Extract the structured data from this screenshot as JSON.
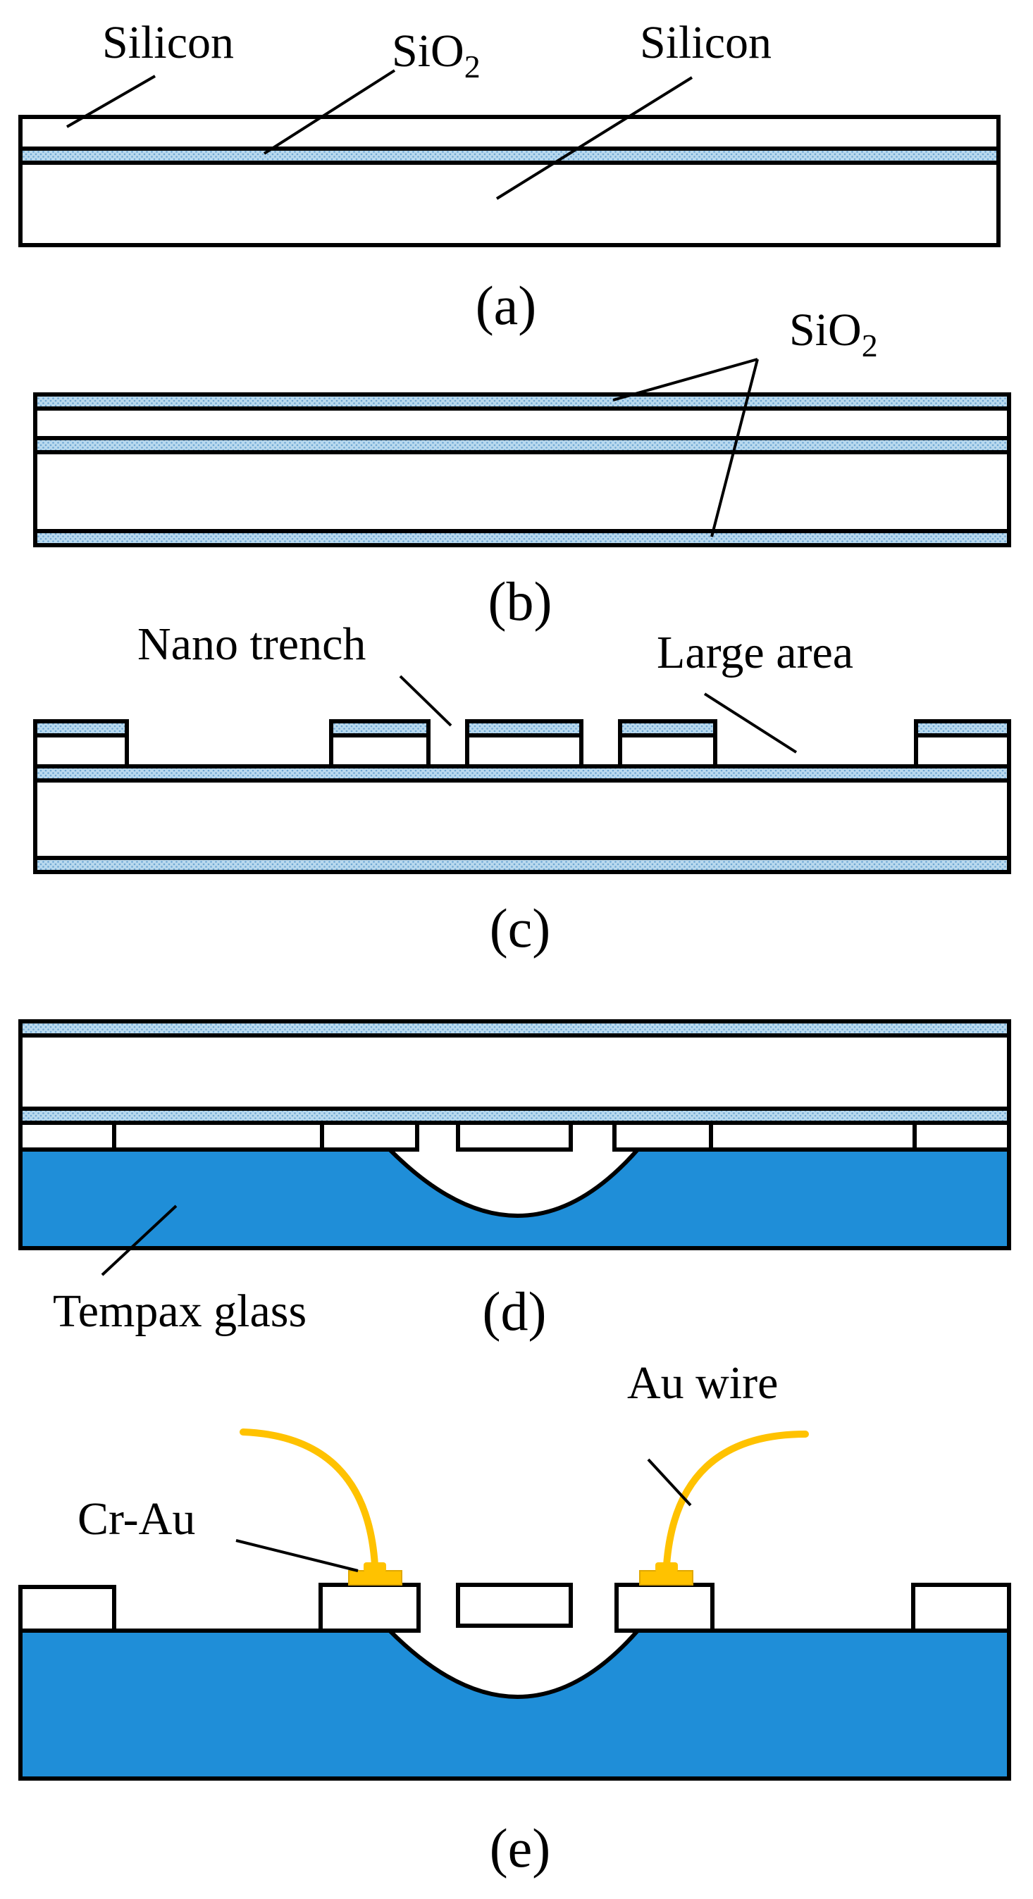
{
  "colors": {
    "outline": "#000000",
    "silicon": "#ffffff",
    "oxide": "#b9d9ee",
    "oxide_dots": "#6fa7d3",
    "glass": "#1f8ed8",
    "gold": "#ffc200",
    "background": "#ffffff"
  },
  "panels": {
    "a": {
      "caption": "(a)",
      "label_silicon_top": "Silicon",
      "label_sio2": "SiO",
      "label_sio2_sub": "2",
      "label_silicon_bottom": "Silicon"
    },
    "b": {
      "caption": "(b)",
      "label_sio2": "SiO",
      "label_sio2_sub": "2"
    },
    "c": {
      "caption": "(c)",
      "label_nano_trench": "Nano trench",
      "label_large_area": "Large area"
    },
    "d": {
      "caption": "(d)",
      "label_glass": "Tempax glass"
    },
    "e": {
      "caption": "(e)",
      "label_au_wire": "Au wire",
      "label_cr_au": "Cr-Au"
    }
  }
}
